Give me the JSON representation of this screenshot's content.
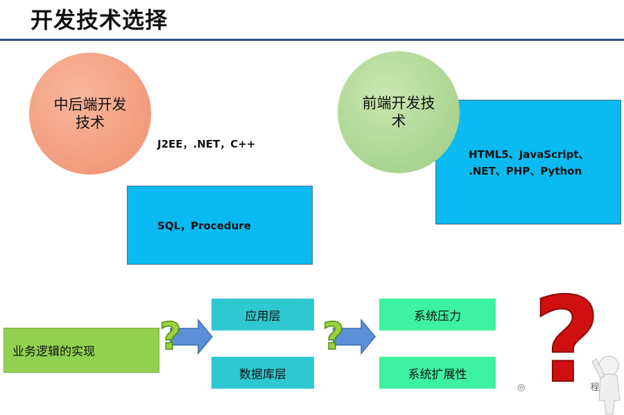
{
  "slide": {
    "title": "开发技术选择"
  },
  "backend": {
    "circle_label": "中后端开发\n技术",
    "tech_list": "J2EE，.NET，C++",
    "db_box_text": "SQL，Procedure"
  },
  "frontend": {
    "circle_label": "前端开发技\n术",
    "tech_line1": "HTML5、JavaScript、",
    "tech_line2": ".NET、PHP、Python"
  },
  "flow": {
    "business_logic": "业务逻辑的实现",
    "app_layer": "应用层",
    "db_layer": "数据库层",
    "system_pressure": "系统压力",
    "system_scale": "系统扩展性"
  },
  "watermark": "程",
  "colors": {
    "title_rule": "#2d4a7a",
    "blue_box": "#0bbaf0",
    "backend_circle": "#ef906f",
    "frontend_circle": "#9ccc84",
    "business_box": "#92d050",
    "teal_box": "#2ec8d0",
    "green_box": "#3df2a0",
    "question_red": "#d01010"
  },
  "icons": [
    "question-arrow-icon",
    "question-figure-icon",
    "wechat-watermark-icon"
  ]
}
